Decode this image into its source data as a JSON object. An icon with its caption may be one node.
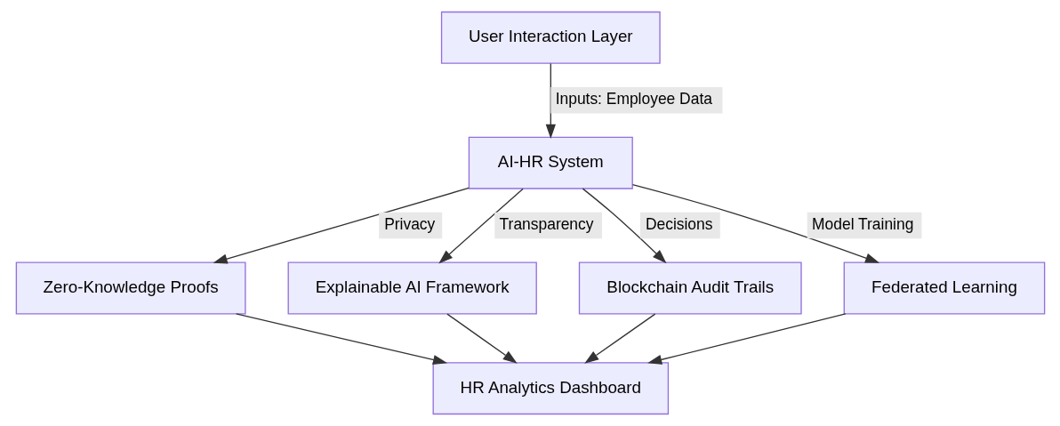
{
  "diagram": {
    "nodes": [
      {
        "text": [
          "User Interaction Layer"
        ]
      },
      {
        "text": [
          "AI-HR System"
        ]
      },
      {
        "text": [
          "Zero-Knowledge Proofs"
        ]
      },
      {
        "text": [
          "Explainable AI Framework"
        ]
      },
      {
        "text": [
          "Blockchain Audit Trails"
        ]
      },
      {
        "text": [
          "Federated Learning"
        ]
      },
      {
        "text": [
          "HR Analytics Dashboard"
        ]
      }
    ],
    "edges": [
      {
        "from": 0,
        "to": 1,
        "arrow": "to",
        "label": "Inputs: Employee Data"
      },
      {
        "from": 1,
        "to": 2,
        "arrow": "to",
        "label": "Privacy"
      },
      {
        "from": 1,
        "to": 3,
        "arrow": "to",
        "label": "Transparency"
      },
      {
        "from": 1,
        "to": 4,
        "arrow": "to",
        "label": "Decisions"
      },
      {
        "from": 1,
        "to": 5,
        "arrow": "to",
        "label": "Model Training"
      },
      {
        "from": 2,
        "to": 6,
        "arrow": "to"
      },
      {
        "from": 3,
        "to": 6,
        "arrow": "to"
      },
      {
        "from": 4,
        "to": 6,
        "arrow": "to"
      },
      {
        "from": 5,
        "to": 6,
        "arrow": "to"
      }
    ]
  }
}
